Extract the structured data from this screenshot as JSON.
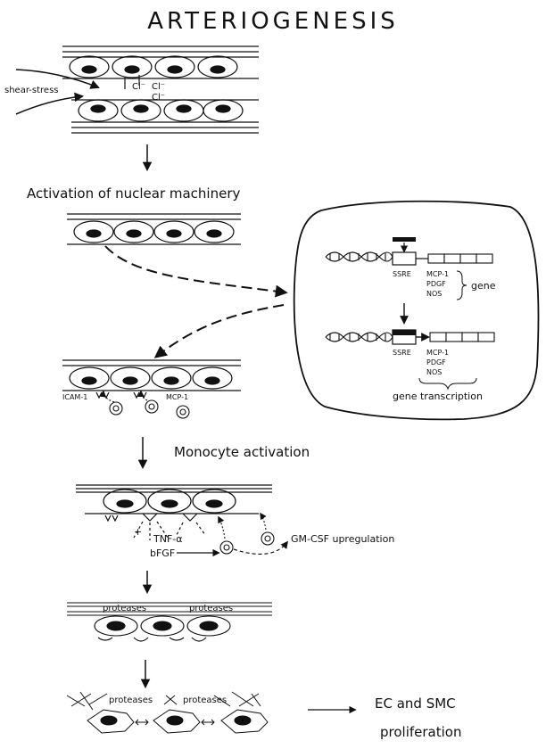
{
  "title": "ARTERIOGENESIS",
  "labels": {
    "shear_stress": "shear-stress",
    "cl1": "Cl⁻",
    "cl2": "Cl⁻",
    "cl3": "Cl⁻",
    "activation": "Activation of nuclear machinery",
    "ssre1": "SSRE",
    "ssre2": "SSRE",
    "genes_top": [
      "MCP-1",
      "PDGF",
      "NOS"
    ],
    "gene": "gene",
    "genes_bottom": [
      "MCP-1",
      "PDGF",
      "NOS"
    ],
    "gene_transcription": "gene transcription",
    "icam": "ICAM-1",
    "mcp_receptor": "MCP-1",
    "monocyte_activation": "Monocyte activation",
    "tnf": "TNF-α",
    "bfgf": "bFGF",
    "plus": "+",
    "gmcsf": "GM-CSF upregulation",
    "proteases1": "proteases",
    "proteases2": "proteases",
    "proteases3": "proteases",
    "proteases4": "proteases",
    "ec_smc1": "EC and SMC",
    "ec_smc2": "proliferation"
  },
  "colors": {
    "ink": "#111111",
    "background": "#ffffff"
  }
}
